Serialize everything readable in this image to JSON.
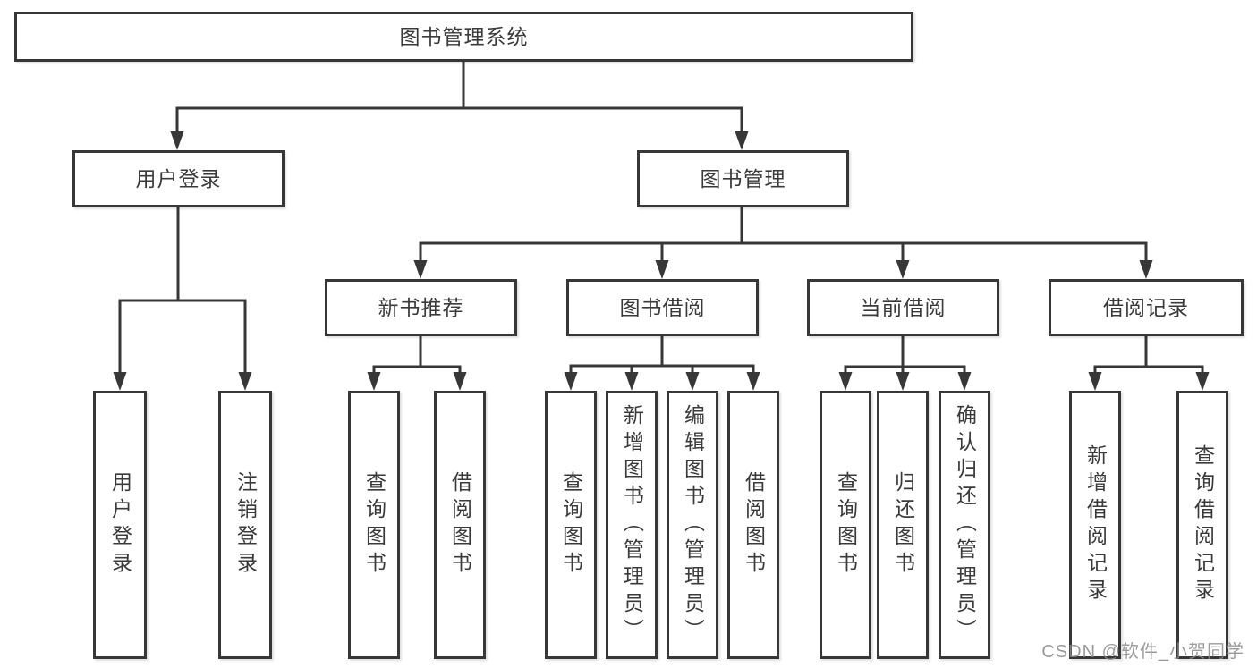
{
  "diagram": {
    "root": {
      "label": "图书管理系统"
    },
    "branches": [
      {
        "label": "用户登录",
        "children": [
          {
            "label": "用户登录"
          },
          {
            "label": "注销登录"
          }
        ]
      },
      {
        "label": "图书管理",
        "children": [
          {
            "label": "新书推荐",
            "children": [
              {
                "label": "查询图书"
              },
              {
                "label": "借阅图书"
              }
            ]
          },
          {
            "label": "图书借阅",
            "children": [
              {
                "label": "查询图书"
              },
              {
                "label": "新增图书（管理员）"
              },
              {
                "label": "编辑图书（管理员）"
              },
              {
                "label": "借阅图书"
              }
            ]
          },
          {
            "label": "当前借阅",
            "children": [
              {
                "label": "查询图书"
              },
              {
                "label": "归还图书"
              },
              {
                "label": "确认归还（管理员）"
              }
            ]
          },
          {
            "label": "借阅记录",
            "children": [
              {
                "label": "新增借阅记录"
              },
              {
                "label": "查询借阅记录"
              }
            ]
          }
        ]
      }
    ]
  },
  "watermark": {
    "text": "CSDN @软件_小贺同学"
  },
  "colors": {
    "line": "#373737",
    "box_border": "#373737",
    "text": "#3a3a3a",
    "background": "#ffffff",
    "watermark": "#8a8a8a"
  }
}
